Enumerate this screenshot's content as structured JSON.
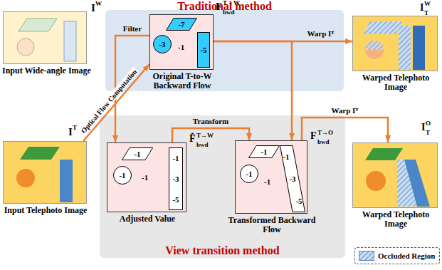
{
  "diagram": {
    "nodes": [
      {
        "text": [
          "Traditional method"
        ]
      },
      {
        "text": [
          "Input Wide-angle Image"
        ]
      },
      {
        "text": [
          "Original T-to-W Backward Flow"
        ],
        "in": 0
      },
      {
        "text": [
          "-7"
        ],
        "in": 2
      },
      {
        "text": [
          "-3"
        ],
        "in": 2
      },
      {
        "text": [
          "-5"
        ],
        "in": 2
      },
      {
        "text": [
          "Warped Telephoto Image"
        ]
      },
      {
        "text": [
          "View transition method"
        ]
      },
      {
        "text": [
          "Input Telephoto Image"
        ]
      },
      {
        "text": [
          "Adjusted Value"
        ],
        "in": 7
      },
      {
        "text": [
          "-1"
        ],
        "in": 9
      },
      {
        "text": [
          "-1"
        ],
        "in": 9
      },
      {
        "text": [
          "-1",
          "-3",
          "-5"
        ],
        "in": 9
      },
      {
        "text": [
          "Transformed Backward Flow"
        ],
        "in": 7
      },
      {
        "text": [
          "-1"
        ],
        "in": 13
      },
      {
        "text": [
          "-1"
        ],
        "in": 13
      },
      {
        "text": [
          "-1",
          "-3",
          "-5"
        ],
        "in": 13
      },
      {
        "text": [
          "Warped Telephoto Image"
        ]
      }
    ],
    "edges": [
      {
        "from": 8,
        "to": 2,
        "arrow": "to",
        "label": "Optical Flow Computation"
      },
      {
        "from": 2,
        "to": 9,
        "arrow": "to",
        "label": "Filter"
      },
      {
        "from": 2,
        "to": 6,
        "arrow": "to",
        "label": "Warp Iᵀ"
      },
      {
        "from": 2,
        "to": 13,
        "arrow": "to"
      },
      {
        "from": 9,
        "to": 13,
        "arrow": "to",
        "label": "Transform"
      },
      {
        "from": 13,
        "to": 17,
        "arrow": "to",
        "label": "Warp Iᵀ"
      }
    ],
    "labels": [
      "I",
      "W",
      "-1",
      "F",
      "T→W",
      "bwd",
      "I",
      "T",
      "W",
      "I",
      "T",
      "-1",
      "F̂",
      "T→W",
      "bwd",
      "-1",
      "F",
      "T→O",
      "bwd",
      "I",
      "T",
      "O"
    ],
    "legend": [
      {
        "text": "Occluded Region"
      }
    ]
  }
}
